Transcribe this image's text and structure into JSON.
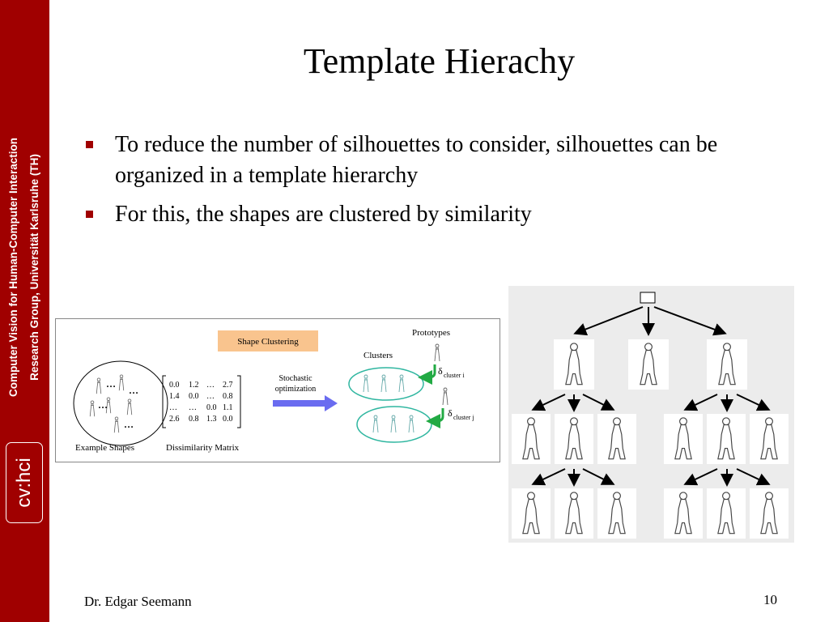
{
  "sidebar": {
    "line1": "Computer Vision for Human-Computer Interaction",
    "line2": "Research Group, Universität Karlsruhe (TH)",
    "logo": "cv:hci",
    "color": "#a00000"
  },
  "slide": {
    "title": "Template Hierachy",
    "bullets": [
      "To reduce the number of silhouettes to consider, silhouettes can be organized in a template hierarchy",
      "For this, the shapes are clustered by similarity"
    ],
    "author": "Dr. Edgar Seemann",
    "page_number": "10"
  },
  "figure_clustering": {
    "box_label": "Shape Clustering",
    "prototypes_label": "Prototypes",
    "clusters_label": "Clusters",
    "example_shapes_label": "Example Shapes",
    "matrix_label": "Dissimilarity Matrix",
    "stochastic_line1": "Stochastic",
    "stochastic_line2": "optimization",
    "delta_i": "cluster i",
    "delta_j": "cluster j",
    "matrix_rows": [
      [
        "0.0",
        "1.2",
        "…",
        "2.7"
      ],
      [
        "1.4",
        "0.0",
        "…",
        "0.8"
      ],
      [
        "…",
        "…",
        "0.0",
        "1.1"
      ],
      [
        "2.6",
        "0.8",
        "1.3",
        "0.0"
      ]
    ]
  }
}
